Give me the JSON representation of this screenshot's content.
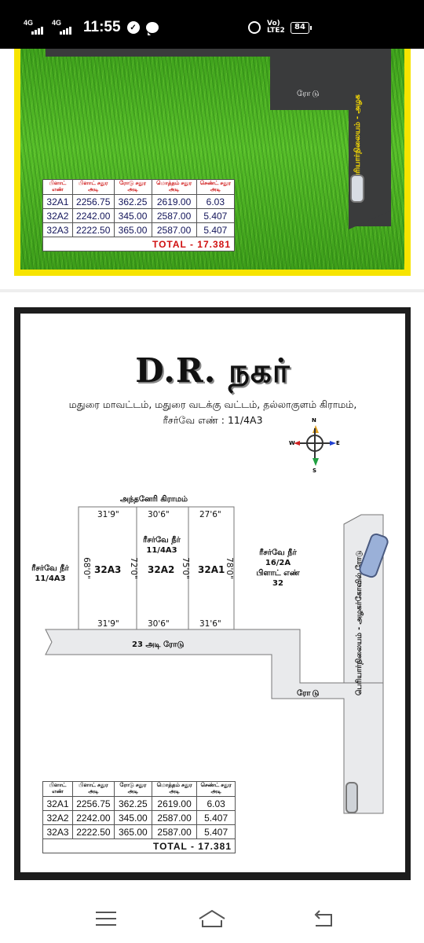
{
  "status_bar": {
    "net1": "4G",
    "net2": "4G",
    "time": "11:55",
    "volte": "Vo) LTE2",
    "battery": "84",
    "icons": [
      "signal-icon",
      "clock-circle-icon",
      "message-bubble-icon",
      "alarm-icon"
    ]
  },
  "top_image": {
    "road_label": "ரோடு",
    "vertical_road_label": "பெரியார்நிலையம் - அழக",
    "table": {
      "headers": [
        "பிளாட் எண்",
        "பிளாட் சதுர அடி",
        "ரோடு சதுர அடி",
        "மொத்தம் சதுர அடி",
        "செண்ட் சதுர அடி"
      ],
      "rows": [
        [
          "32A1",
          "2256.75",
          "362.25",
          "2619.00",
          "6.03"
        ],
        [
          "32A2",
          "2242.00",
          "345.00",
          "2587.00",
          "5.407"
        ],
        [
          "32A3",
          "2222.50",
          "365.00",
          "2587.00",
          "5.407"
        ]
      ],
      "total": "TOTAL - 17.381"
    }
  },
  "layout_map": {
    "title": "D.R. நகர்",
    "subtitle": "மதுரை மாவட்டம், மதுரை வடக்கு வட்டம்,  தல்லாகுளம் கிராமம்,",
    "survey_no": "ரீசர்வே எண் : 11/4A3",
    "compass": {
      "n": "N",
      "s": "S",
      "e": "E",
      "w": "W"
    },
    "village_top": "அந்தனேரி கிராமம்",
    "left_label": "ரீசர்வே நீர் 11/4A3",
    "center_label": "ரீசர்வே நீர் 11/4A3",
    "right_label": "ரீசர்வே நீர் 16/2A பிளாட் எண் 32",
    "plots": [
      {
        "id": "32A3",
        "top": "31'9\"",
        "bottom": "31'9\"",
        "left": "68'0\"",
        "right": "72'0\""
      },
      {
        "id": "32A2",
        "top": "30'6\"",
        "bottom": "30'6\"",
        "right": "75'0\""
      },
      {
        "id": "32A1",
        "top": "27'6\"",
        "bottom": "31'6\"",
        "right": "78'0\""
      }
    ],
    "road_23": "23 அடி ரோடு",
    "road_label": "ரோடு",
    "vertical_road_label": "பெரியார்நிலையம் - அழகர்கோவில் ரோடு",
    "table": {
      "headers": [
        "பிளாட் எண்",
        "பிளாட் சதுர அடி",
        "ரோடு சதுர அடி",
        "மொத்தம் சதுர அடி",
        "செண்ட் சதுர அடி"
      ],
      "rows": [
        [
          "32A1",
          "2256.75",
          "362.25",
          "2619.00",
          "6.03"
        ],
        [
          "32A2",
          "2242.00",
          "345.00",
          "2587.00",
          "5.407"
        ],
        [
          "32A3",
          "2222.50",
          "365.00",
          "2587.00",
          "5.407"
        ]
      ],
      "total": "TOTAL - 17.381"
    }
  },
  "nav": {
    "buttons": [
      "menu-icon",
      "home-icon",
      "back-icon"
    ]
  }
}
